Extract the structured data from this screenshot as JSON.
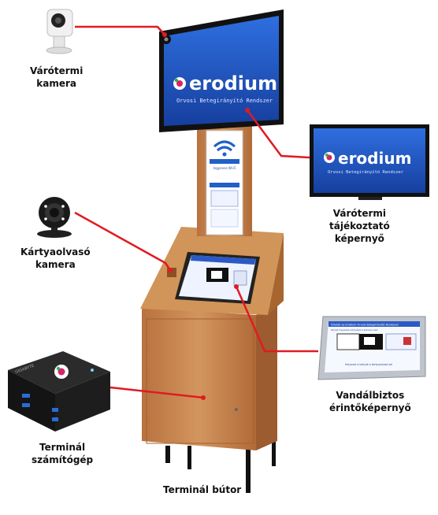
{
  "brand": {
    "name": "erodium",
    "tagline": "Orvosi Betegirányító Rendszer",
    "screen_header": "Üdvözli az Erodium Orvosi Betegirányító Rendszer!",
    "screen_hint": "Kérjük helyezze kártyáját a kamera elé!",
    "screen_footer": "Helyezze a kártyát a kártyaolvasó alá",
    "wifi_caption": "Ingyenes Wi-Fi"
  },
  "labels": {
    "waiting_camera": [
      "Várótermi",
      "kamera"
    ],
    "waiting_display": [
      "Várótermi",
      "tájékoztató",
      "képernyő"
    ],
    "card_camera": [
      "Kártyaolvasó",
      "kamera"
    ],
    "touchscreen": [
      "Vandálbiztos",
      "érintőképernyő"
    ],
    "terminal_pc": [
      "Terminál",
      "számítógép"
    ],
    "furniture": "Terminál bútor"
  },
  "colors": {
    "callout": "#e01b22",
    "screen_blue": "#1f56c7",
    "wood": "#c8864f"
  }
}
